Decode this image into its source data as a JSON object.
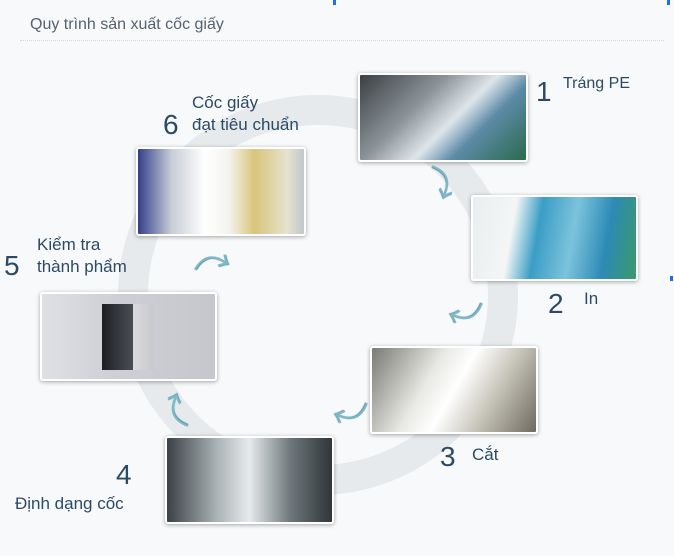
{
  "title": "Quy trình sản xuất cốc giấy",
  "steps": [
    {
      "number": "1",
      "label": "Tráng PE"
    },
    {
      "number": "2",
      "label": "In"
    },
    {
      "number": "3",
      "label": "Cắt"
    },
    {
      "number": "4",
      "label": "Định dạng cốc"
    },
    {
      "number": "5",
      "label_line1": "Kiểm tra",
      "label_line2": "thành phẩm"
    },
    {
      "number": "6",
      "label_line1": "Cốc giấy",
      "label_line2": "đạt tiêu chuẩn"
    }
  ],
  "colors": {
    "text": "#2c4a66",
    "ring": "#e7eaed",
    "arrow": "#7fb8c8"
  }
}
